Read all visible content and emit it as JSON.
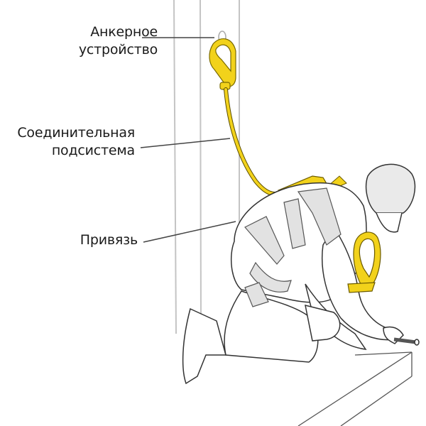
{
  "diagram": {
    "subject": "fall-protection system: worker in harness attached to anchor",
    "labels": [
      {
        "id": "anchor",
        "lines": [
          "Анкерное",
          "устройство"
        ]
      },
      {
        "id": "connecting",
        "lines": [
          "Соединительная",
          "подсистема"
        ]
      },
      {
        "id": "harness",
        "lines": [
          "Привязь"
        ]
      }
    ],
    "colors": {
      "accent_yellow": "#f2d21b",
      "outline": "#333333",
      "fill_gray": "#e2e2e2",
      "leader_line": "#444444",
      "structure_line": "#bdbdbd"
    }
  }
}
